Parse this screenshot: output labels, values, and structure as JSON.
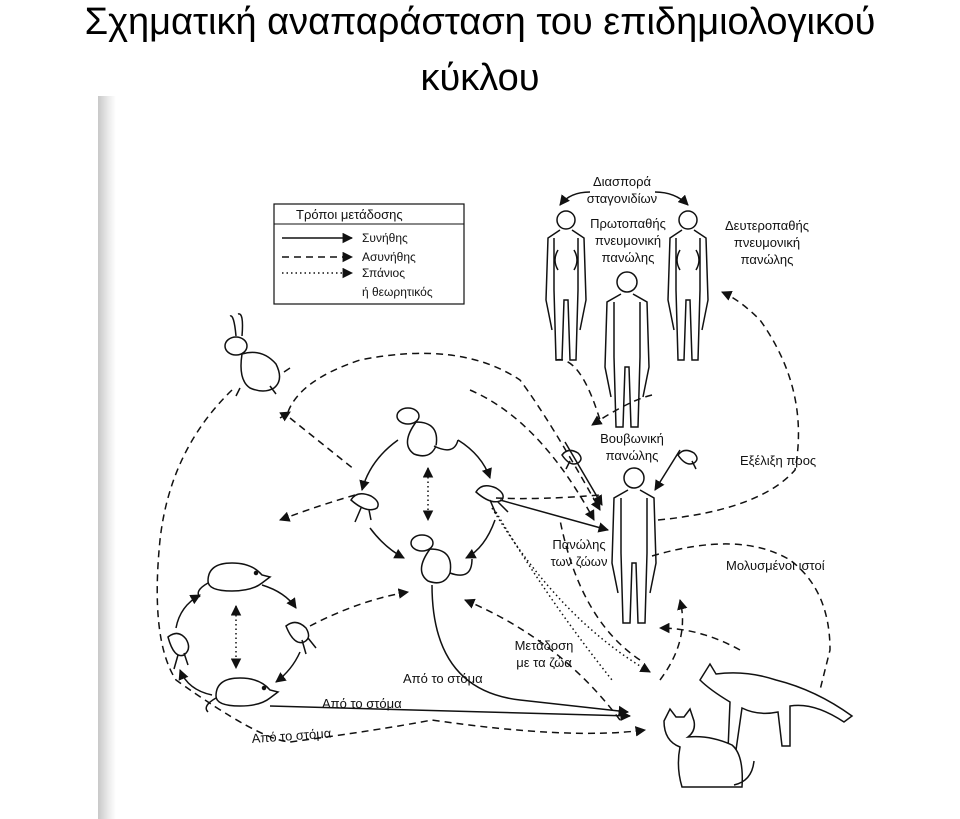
{
  "title": {
    "line1": "Σχηματική αναπαράσταση του επιδημιολογικού",
    "line2": "κύκλου"
  },
  "legend": {
    "heading": "Τρόποι μετάδοσης",
    "common": "Συνήθης",
    "uncommon": "Ασυνήθης",
    "rare": "Σπάνιος",
    "theoretical": "ή θεωρητικός"
  },
  "labels": {
    "droplet_1": "Διασπορά",
    "droplet_2": "σταγονιδίων",
    "primary_1": "Πρωτοπαθής",
    "primary_2": "πνευμονική",
    "primary_3": "πανώλης",
    "secondary_1": "Δευτεροπαθής",
    "secondary_2": "πνευμονική",
    "secondary_3": "πανώλης",
    "bubonic_1": "Βουβωνική",
    "bubonic_2": "πανώλης",
    "evolution": "Εξέλιξη προς",
    "animal_plague_1": "Πανώλης",
    "animal_plague_2": "των ζώων",
    "infected_tissue": "Μολυσμένοι ιστοί",
    "transmission_1": "Μετάδοση",
    "transmission_2": "με τα ζώα",
    "oral_1": "Από το στόμα",
    "oral_2": "Από το στόμα",
    "oral_3": "Από το στόμα"
  }
}
